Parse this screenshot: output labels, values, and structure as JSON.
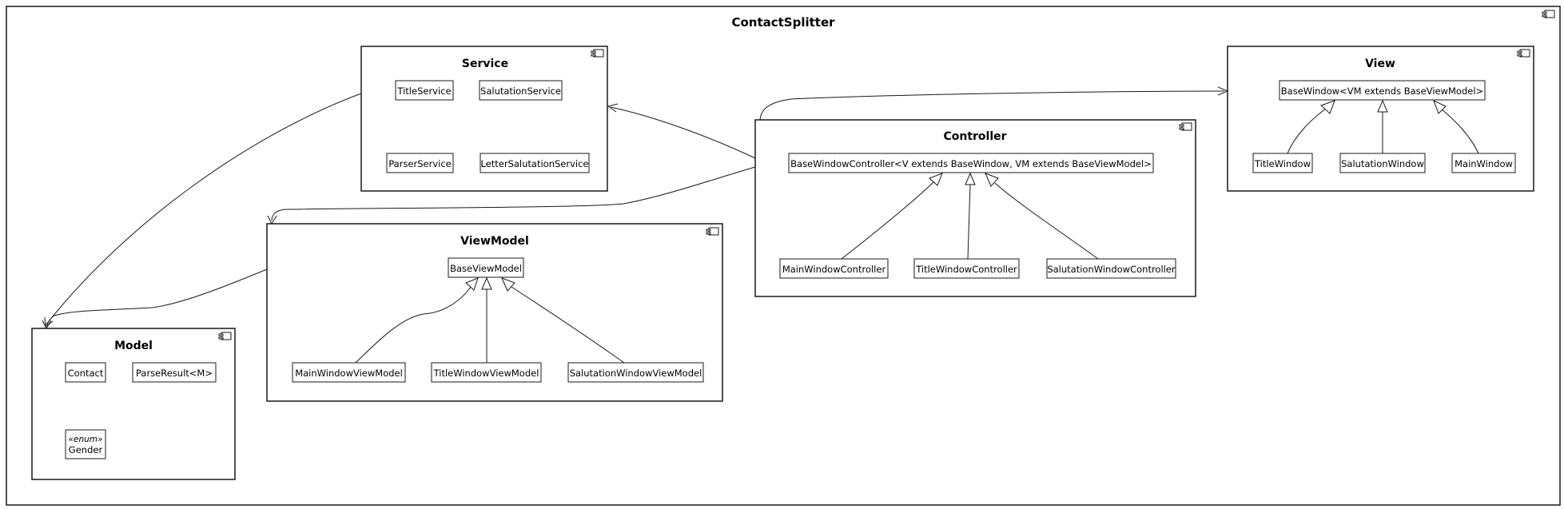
{
  "root": {
    "title": "ContactSplitter"
  },
  "service": {
    "title": "Service",
    "classes": [
      "TitleService",
      "SalutationService",
      "ParserService",
      "LetterSalutationService"
    ]
  },
  "view": {
    "title": "View",
    "base": "BaseWindow<VM extends BaseViewModel>",
    "children": [
      "TitleWindow",
      "SalutationWindow",
      "MainWindow"
    ]
  },
  "controller": {
    "title": "Controller",
    "base": "BaseWindowController<V extends BaseWindow, VM extends BaseViewModel>",
    "children": [
      "MainWindowController",
      "TitleWindowController",
      "SalutationWindowController"
    ]
  },
  "viewmodel": {
    "title": "ViewModel",
    "base": "BaseViewModel",
    "children": [
      "MainWindowViewModel",
      "TitleWindowViewModel",
      "SalutationWindowViewModel"
    ]
  },
  "model": {
    "title": "Model",
    "classes": [
      "Contact",
      "ParseResult<M>"
    ],
    "enum_stereotype": "«enum»",
    "enum_name": "Gender"
  },
  "colors": {
    "line": "#181818",
    "background": "#ffffff"
  }
}
